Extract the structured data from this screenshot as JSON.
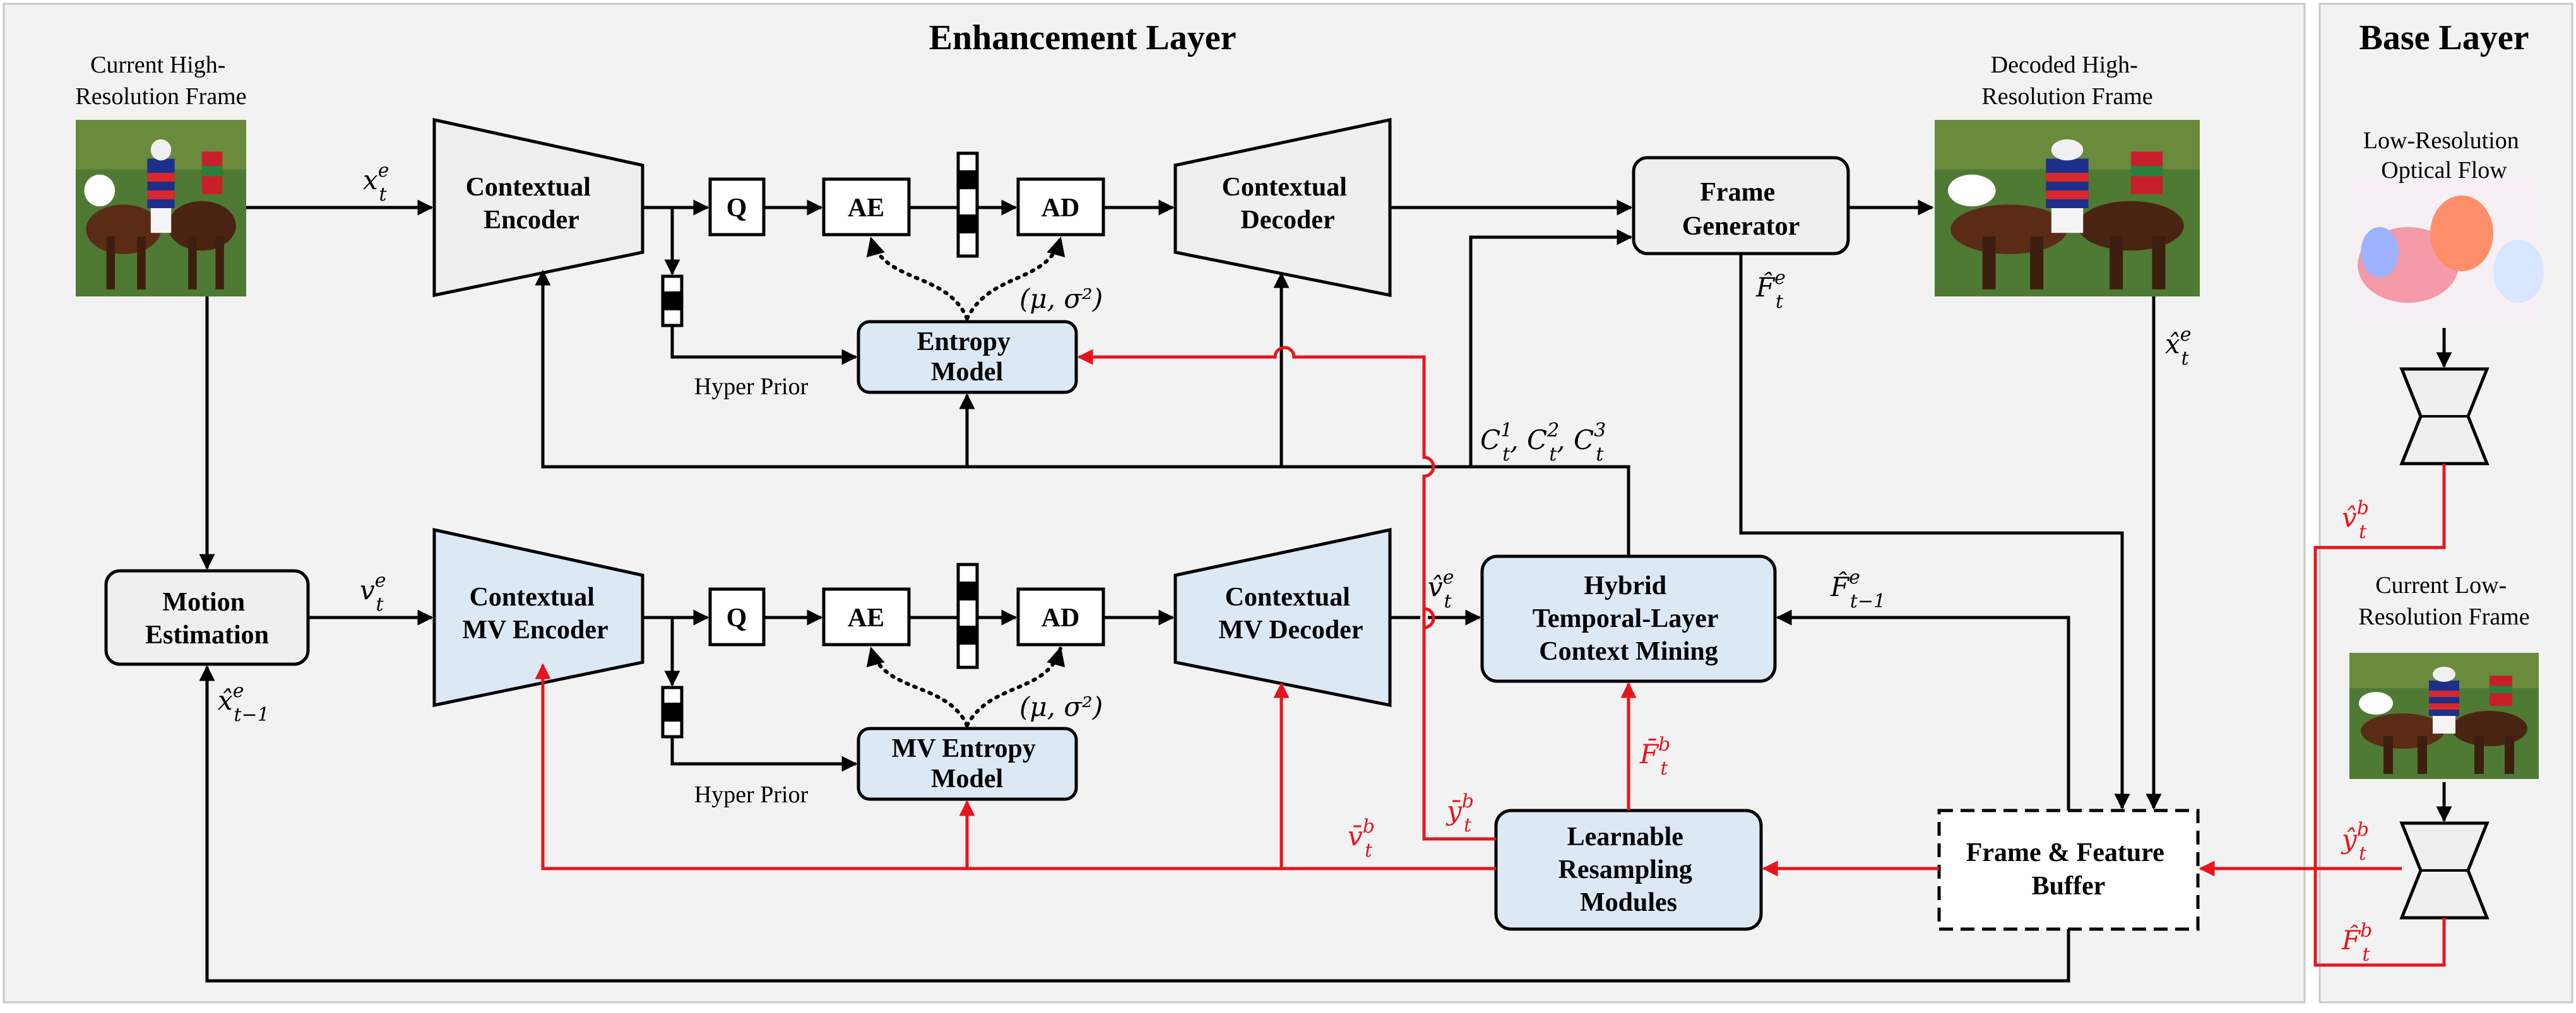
{
  "panels": {
    "enhancement_title": "Enhancement Layer",
    "base_title": "Base Layer"
  },
  "captions": {
    "current_hr_frame": [
      "Current High-",
      "Resolution Frame"
    ],
    "decoded_hr_frame": [
      "Decoded High-",
      "Resolution Frame"
    ],
    "lr_optical_flow": [
      "Low-Resolution",
      "Optical Flow"
    ],
    "current_lr_frame": [
      "Current Low-",
      "Resolution Frame"
    ],
    "hyper_prior_top": "Hyper Prior",
    "hyper_prior_bottom": "Hyper Prior"
  },
  "blocks": {
    "contextual_encoder": [
      "Contextual",
      "Encoder"
    ],
    "contextual_decoder": [
      "Contextual",
      "Decoder"
    ],
    "contextual_mv_encoder": [
      "Contextual",
      "MV Encoder"
    ],
    "contextual_mv_decoder": [
      "Contextual",
      "MV Decoder"
    ],
    "q_top": "Q",
    "ae_top": "AE",
    "ad_top": "AD",
    "q_bottom": "Q",
    "ae_bottom": "AE",
    "ad_bottom": "AD",
    "entropy_model": [
      "Entropy",
      "Model"
    ],
    "mv_entropy_model": [
      "MV Entropy",
      "Model"
    ],
    "frame_generator": [
      "Frame",
      "Generator"
    ],
    "motion_estimation": [
      "Motion",
      "Estimation"
    ],
    "hybrid_context_mining": [
      "Hybrid",
      "Temporal-Layer",
      "Context Mining"
    ],
    "learnable_resampling": [
      "Learnable",
      "Resampling",
      "Modules"
    ],
    "frame_feature_buffer": [
      "Frame & Feature",
      "Buffer"
    ]
  },
  "math_labels": {
    "x_t_e": {
      "main": "x",
      "sup": "e",
      "sub": "t"
    },
    "v_t_e": {
      "main": "v",
      "sup": "e",
      "sub": "t"
    },
    "xhat_t_e": {
      "main": "x̂",
      "sup": "e",
      "sub": "t"
    },
    "xhat_tm1_e": {
      "main": "x̂",
      "sup": "e",
      "sub": "t−1"
    },
    "Fhat_t_e": {
      "main": "F̂",
      "sup": "e",
      "sub": "t"
    },
    "Fhat_tm1_e": {
      "main": "F̂",
      "sup": "e",
      "sub": "t−1"
    },
    "vhat_t_e": {
      "main": "v̂",
      "sup": "e",
      "sub": "t"
    },
    "Fbar_t_b": {
      "main": "F̄",
      "sup": "b",
      "sub": "t"
    },
    "ybar_t_b": {
      "main": "ȳ",
      "sup": "b",
      "sub": "t"
    },
    "vbar_t_b": {
      "main": "v̄",
      "sup": "b",
      "sub": "t"
    },
    "vhat_t_b": {
      "main": "v̂",
      "sup": "b",
      "sub": "t"
    },
    "yhat_t_b": {
      "main": "ŷ",
      "sup": "b",
      "sub": "t"
    },
    "Fhat_t_b": {
      "main": "F̂",
      "sup": "b",
      "sub": "t"
    },
    "mu_sigma_top": "(μ, σ²)",
    "mu_sigma_bottom": "(μ, σ²)",
    "contexts": {
      "c": "C",
      "sub": "t",
      "sup1": "1",
      "sup2": "2",
      "sup3": "3"
    }
  },
  "colors": {
    "panel_bg": "#f2f2f2",
    "block_fill": "#efefef",
    "blue_fill": "#dde8f5",
    "black": "#000000",
    "red": "#e8141b"
  }
}
